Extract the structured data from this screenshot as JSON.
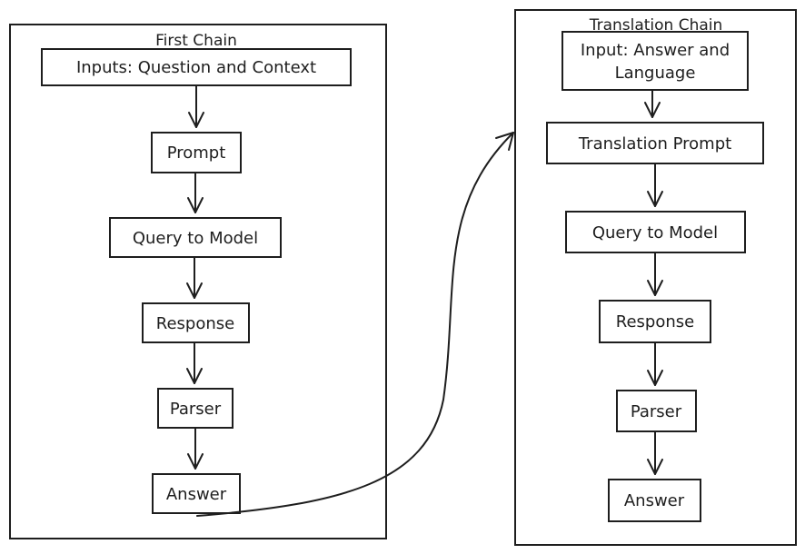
{
  "first_chain": {
    "title": "First Chain",
    "nodes": [
      "Inputs: Question and Context",
      "Prompt",
      "Query to Model",
      "Response",
      "Parser",
      "Answer"
    ]
  },
  "translation_chain": {
    "title": "Translation Chain",
    "input_line1": "Input: Answer and",
    "input_line2": "Language",
    "nodes": [
      "Translation Prompt",
      "Query to Model",
      "Response",
      "Parser",
      "Answer"
    ]
  }
}
